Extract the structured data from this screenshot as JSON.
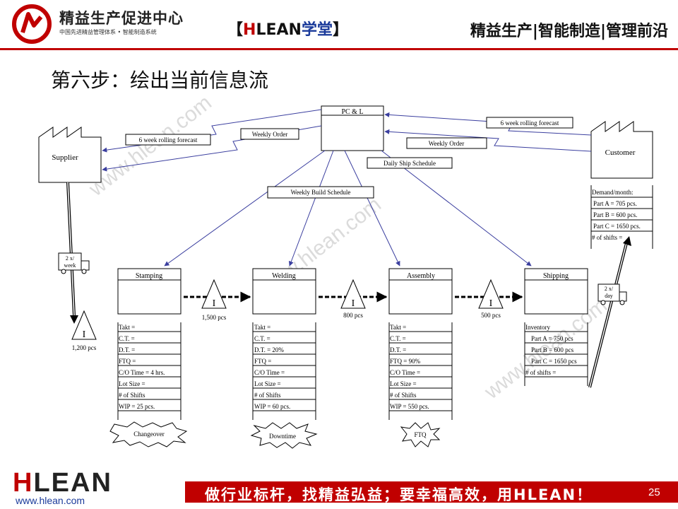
{
  "header": {
    "logo_name": "精益生产促进中心",
    "logo_sub": "中国先进精益管理体系 • 智能制造系统",
    "brand_left": "【",
    "brand_red": "H",
    "brand_mid": "LEAN",
    "brand_blue": "学堂",
    "brand_right": "】",
    "tagline": "精益生产|智能制造|管理前沿"
  },
  "title": "第六步：绘出当前信息流",
  "watermark": "www.hlean.com",
  "diagram": {
    "pcl": "PC & L",
    "supplier": "Supplier",
    "customer": "Customer",
    "flows": {
      "rolling_supplier": "6 week rolling forecast",
      "weekly_order_supplier": "Weekly Order",
      "rolling_customer": "6 week rolling forecast",
      "weekly_order_customer": "Weekly Order",
      "daily_ship": "Daily Ship Schedule",
      "weekly_build": "Weekly Build Schedule"
    },
    "customer_demand": [
      "Demand/month:",
      "Part A = 705 pcs.",
      "Part B = 600 pcs.",
      "Part C = 1650 pcs.",
      "# of shifts ="
    ],
    "truck_in": [
      "2 x/",
      "week"
    ],
    "truck_out": [
      "2 x/",
      "day"
    ],
    "inventory_symbol": "I",
    "inventories": [
      "1,200 pcs",
      "1,500 pcs",
      "800 pcs",
      "500 pcs"
    ],
    "processes": [
      {
        "name": "Stamping",
        "data": [
          "Takt =",
          "C.T. =",
          "D.T. =",
          "FTQ =",
          "C/O Time = 4 hrs.",
          "Lot Size =",
          "# of Shifts",
          "WIP = 25 pcs."
        ],
        "kaizen": "Changeover"
      },
      {
        "name": "Welding",
        "data": [
          "Takt =",
          "C.T. =",
          "D.T. = 20%",
          "FTQ =",
          "C/O Time =",
          "Lot Size =",
          "# of Shifts",
          "WIP = 60 pcs."
        ],
        "kaizen": "Downtime"
      },
      {
        "name": "Assembly",
        "data": [
          "Takt =",
          "C.T. =",
          "D.T. =",
          "FTQ = 90%",
          "C/O Time =",
          "Lot Size =",
          "# of Shifts",
          "WIP = 550 pcs."
        ],
        "kaizen": "FTQ"
      }
    ],
    "shipping": {
      "name": "Shipping",
      "data": [
        "Inventory",
        "Part A = 750 pcs",
        "Part B = 600 pcs",
        "Part C = 1650 pcs",
        "# of shifts ="
      ]
    }
  },
  "footer": {
    "slogan": "做行业标杆，找精益弘益；要幸福高效，用HLEAN！",
    "page": "25",
    "logo_h": "H",
    "logo_rest": "LEAN",
    "url": "www.hlean.com"
  }
}
